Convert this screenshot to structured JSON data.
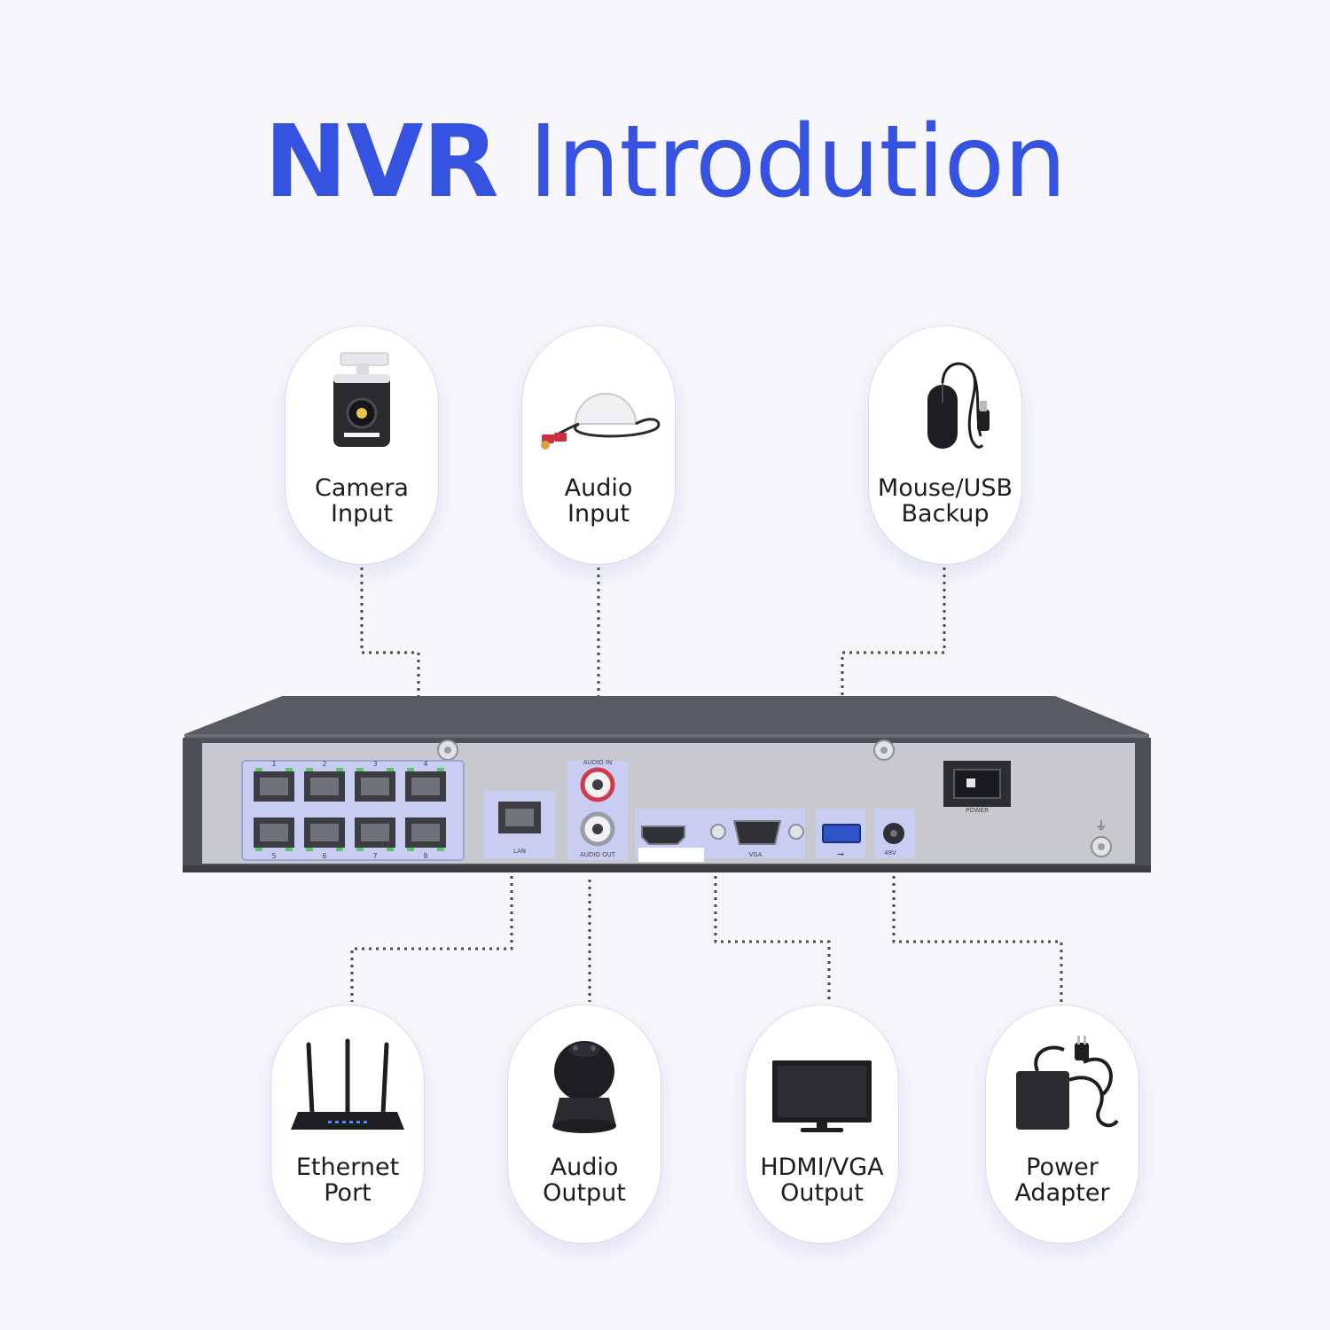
{
  "title": {
    "bold": "NVR",
    "rest": "Introdution"
  },
  "features": {
    "camera_input": "Camera\nInput",
    "audio_input": "Audio\nInput",
    "mouse_usb_backup": "Mouse/USB\nBackup",
    "ethernet_port": "Ethernet\nPort",
    "audio_output": "Audio\nOutput",
    "hdmi_vga_output": "HDMI/VGA\nOutput",
    "power_adapter": "Power\nAdapter"
  },
  "device": {
    "port_numbers": [
      "1",
      "2",
      "3",
      "4",
      "5",
      "6",
      "7",
      "8"
    ],
    "lan_label": "LAN",
    "audio_in_label": "AUDIO IN",
    "audio_out_label": "AUDIO OUT",
    "vga_label": "VGA",
    "power_label": "POWER",
    "dc_label": "48V"
  },
  "colors": {
    "accent": "#3552e0",
    "panel_highlight": "#c9cdf2",
    "chassis": "#55585e",
    "back_panel": "#c7c9cf"
  }
}
